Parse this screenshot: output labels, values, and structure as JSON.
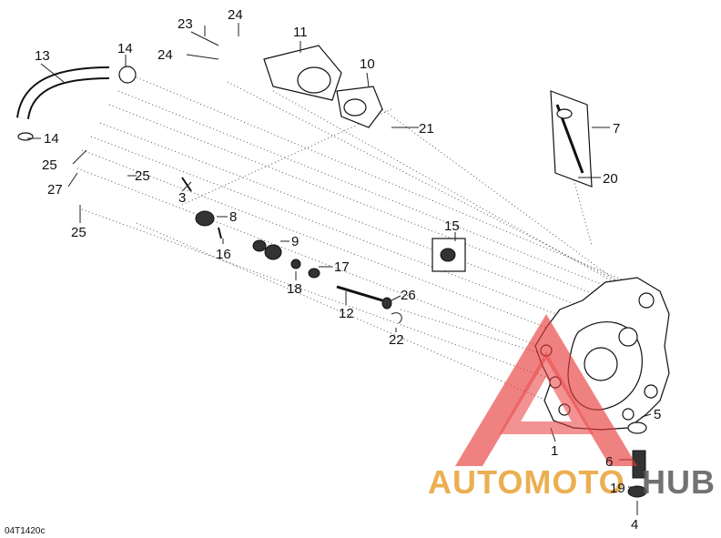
{
  "diagram": {
    "callouts": [
      "1",
      "3",
      "4",
      "5",
      "6",
      "7",
      "8",
      "9",
      "10",
      "11",
      "12",
      "13",
      "14",
      "14",
      "15",
      "16",
      "17",
      "18",
      "19",
      "20",
      "21",
      "22",
      "23",
      "24",
      "24",
      "25",
      "25",
      "25",
      "26",
      "27"
    ],
    "drawing_code": "04T1420c",
    "watermark": {
      "part1": "AUTOMOTO",
      "part2": "HUB",
      "color1": "#e8a234",
      "color2": "#5a5a5a",
      "triangle_color": "#e83a3a"
    }
  }
}
